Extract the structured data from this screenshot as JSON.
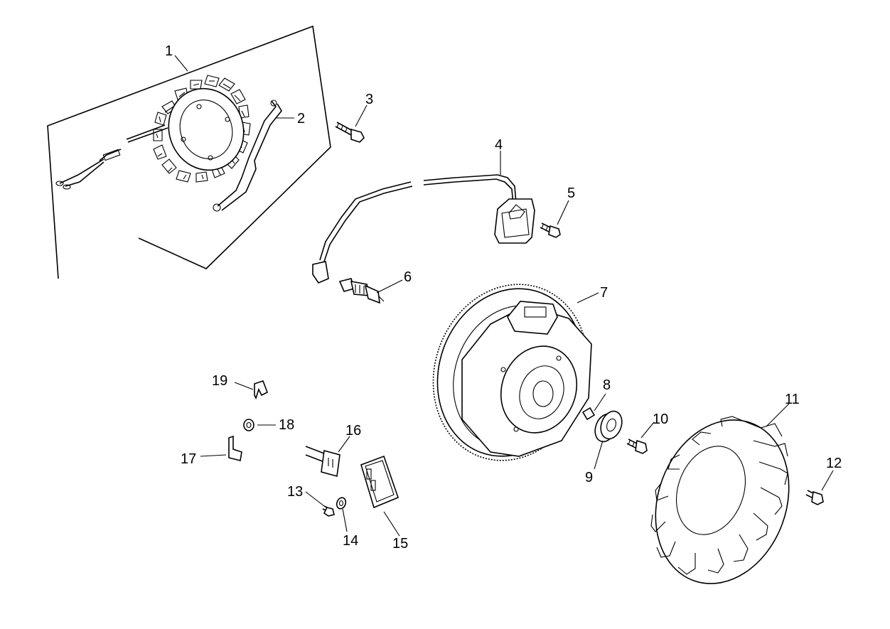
{
  "callouts": [
    {
      "id": "1",
      "text": "1"
    },
    {
      "id": "2",
      "text": "2"
    },
    {
      "id": "3",
      "text": "3"
    },
    {
      "id": "4",
      "text": "4"
    },
    {
      "id": "5",
      "text": "5"
    },
    {
      "id": "6",
      "text": "6"
    },
    {
      "id": "7",
      "text": "7"
    },
    {
      "id": "8",
      "text": "8"
    },
    {
      "id": "9",
      "text": "9"
    },
    {
      "id": "10",
      "text": "10"
    },
    {
      "id": "11",
      "text": "11"
    },
    {
      "id": "12",
      "text": "12"
    },
    {
      "id": "13",
      "text": "13"
    },
    {
      "id": "14",
      "text": "14"
    },
    {
      "id": "15",
      "text": "15"
    },
    {
      "id": "16",
      "text": "16"
    },
    {
      "id": "17",
      "text": "17"
    },
    {
      "id": "18",
      "text": "18"
    },
    {
      "id": "19",
      "text": "19"
    }
  ],
  "colors": {
    "line": "#000000",
    "background": "#ffffff"
  }
}
